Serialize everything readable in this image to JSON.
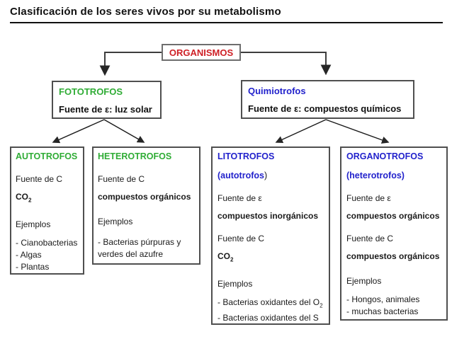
{
  "title": "Clasificación de los seres vivos por su metabolismo",
  "colors": {
    "root_red": "#ce2026",
    "photo_green": "#2fac35",
    "chemo_blue": "#2222cc",
    "box_border": "#4f4f4f",
    "text": "#1a1a1a"
  },
  "tree": {
    "root": {
      "label": "ORGANISMOS"
    },
    "fototrofos": {
      "title": "FOTOTROFOS",
      "energy": "Fuente de ε: luz solar"
    },
    "quimiotrofos": {
      "title": "Quimiotrofos",
      "energy": "Fuente de ε: compuestos químicos"
    },
    "autotrofos": {
      "title": "AUTOTROFOS",
      "carbon_label": "Fuente de C",
      "carbon_value_base": "CO",
      "carbon_value_sub": "2",
      "examples_label": "Ejemplos",
      "examples": [
        "- Cianobacterias",
        "- Algas",
        "- Plantas"
      ]
    },
    "heterotrofos": {
      "title": "HETEROTROFOS",
      "carbon_label": "Fuente de C",
      "carbon_value": "compuestos orgánicos",
      "examples_label": "Ejemplos",
      "example1": "- Bacterias púrpuras y verdes del azufre"
    },
    "litotrofos": {
      "title": "LITOTROFOS",
      "subtitle_main": "(autotrofos",
      "subtitle_close": ")",
      "energy_label": "Fuente de ε",
      "energy_value": "compuestos inorgánicos",
      "carbon_label": "Fuente de C",
      "carbon_value_base": "CO",
      "carbon_value_sub": "2",
      "examples_label": "Ejemplos",
      "example1_base": "- Bacterias oxidantes del O",
      "example1_sub": "2",
      "example2": "- Bacterias oxidantes del S"
    },
    "organotrofos": {
      "title": "ORGANOTROFOS",
      "subtitle": "(heterotrofos)",
      "energy_label": "Fuente de ε",
      "energy_value": "compuestos orgánicos",
      "carbon_label": "Fuente de C",
      "carbon_value": "compuestos orgánicos",
      "examples_label": "Ejemplos",
      "examples": [
        "- Hongos, animales",
        "- muchas bacterias"
      ]
    }
  }
}
